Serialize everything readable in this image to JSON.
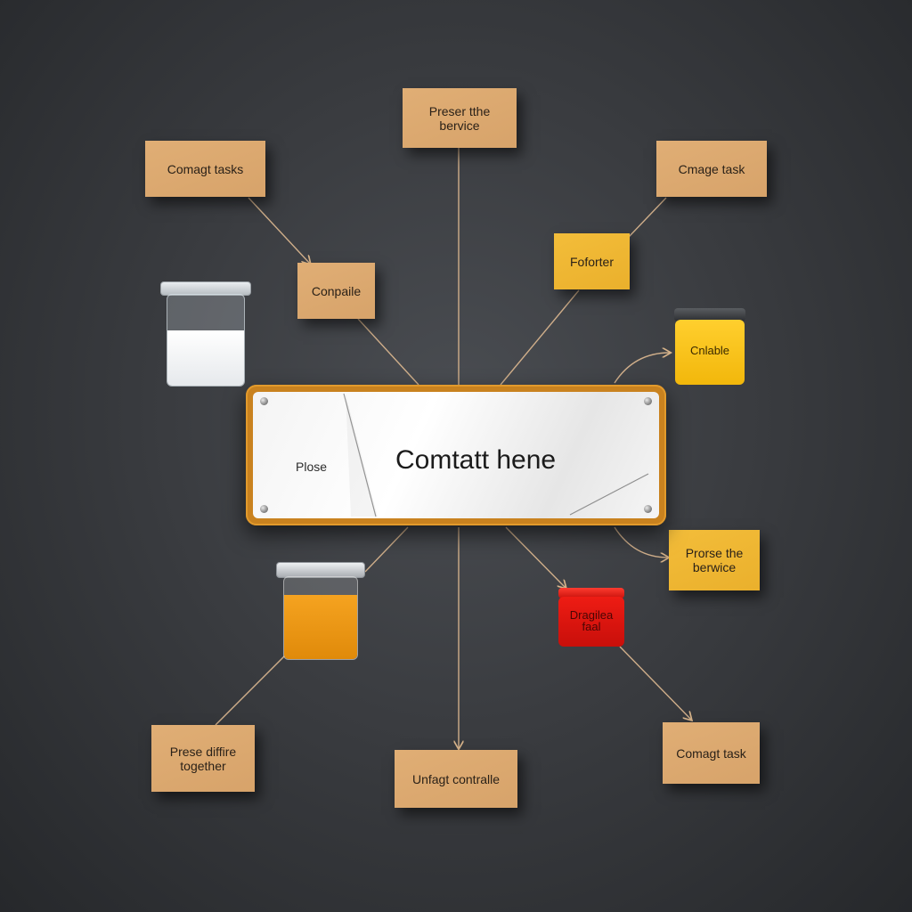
{
  "diagram": {
    "center": {
      "small_label": "Plose",
      "title": "Comtatt hene"
    },
    "nodes": {
      "top": "Preser tthe\nbervice",
      "top_left": "Comagt tasks",
      "inner_left": "Conpaile",
      "top_right": "Cmage task",
      "inner_right": "Foforter",
      "right_mid": "Prorse the\nberwice",
      "bottom_left": "Prese diffire\ntogether",
      "bottom_center": "Unfagt contralle",
      "bottom_right": "Comagt task"
    },
    "jars": {
      "yellow_jar": "Cnlable",
      "red_jar": "Dragilea\nfaal"
    }
  }
}
